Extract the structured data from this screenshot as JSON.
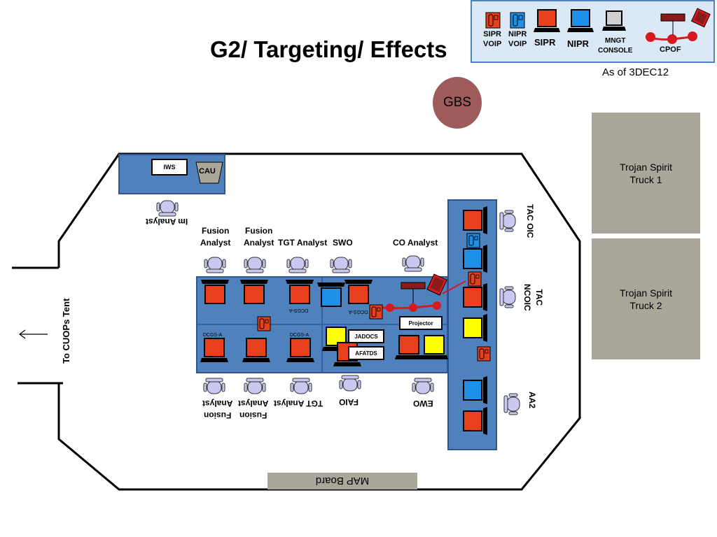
{
  "title": "G2/ Targeting/ Effects",
  "as_of": "As of 3DEC12",
  "legend": {
    "sipr_voip": "SIPR\nVOIP",
    "nipr_voip": "NIPR\nVOIP",
    "sipr": "SIPR",
    "nipr": "NIPR",
    "mngt_console": "MNGT\nCONSOLE",
    "cpof": "CPOF"
  },
  "colors": {
    "sipr": "#e8401c",
    "nipr": "#1e90e8",
    "yellow": "#ffff00",
    "desk": "#4f81bd",
    "chair": "#c8c8f0"
  },
  "gbs": "GBS",
  "trucks": [
    "Trojan Spirit\nTruck 1",
    "Trojan Spirit\nTruck 2"
  ],
  "map_board": "MAP Board",
  "exit_label": "To  CUOPs Tent",
  "iws": "IWS",
  "cau": "CAU",
  "im_analyst": "Im Analyst",
  "top_row": [
    "Fusion\nAnalyst",
    "Fusion\nAnalyst",
    "TGT Analyst",
    "SWO",
    "CO Analyst"
  ],
  "bottom_row": [
    "Fusion\nAnalyst",
    "Fusion\nAnalyst",
    "TGT Analyst",
    "FAIO",
    "EWO"
  ],
  "right_col": [
    "TAC OIC",
    "TAC\nNCOIC",
    "AA2"
  ],
  "desk_labels": {
    "dcgs_a": "DCGS-A",
    "jadocs": "JADOCS",
    "afatds": "AFATDS",
    "projector": "Projector"
  }
}
